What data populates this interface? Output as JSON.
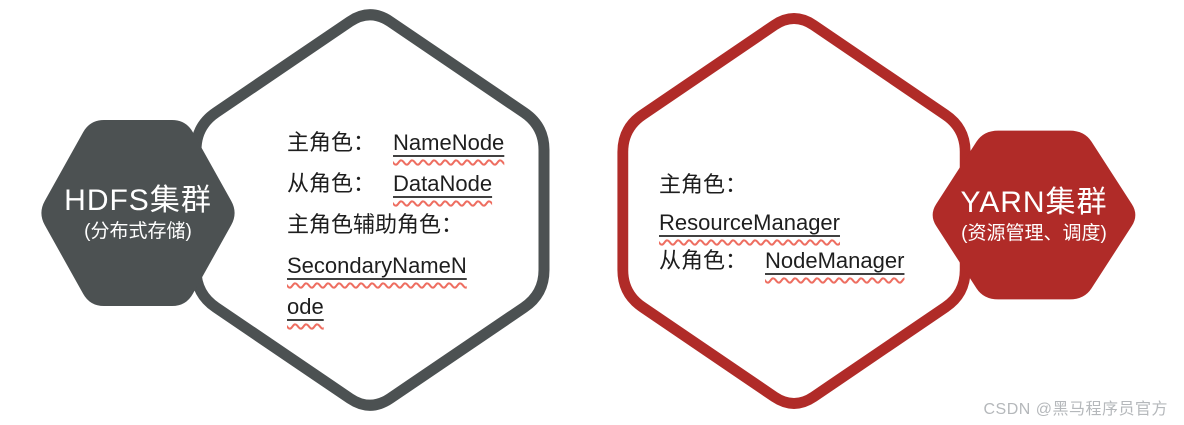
{
  "colors": {
    "gray": "#4c5152",
    "red": "#b02b28",
    "text": "#1e1e1e",
    "underline": "#414141",
    "squiggle": "#ee6e61",
    "watermark": "#b5b8bb",
    "badge_text": "#ffffff"
  },
  "left_cluster": {
    "badge": {
      "title": "HDFS集群",
      "subtitle": "(分布式存储)"
    },
    "lines": [
      {
        "label": "主角色：",
        "term": "NameNode"
      },
      {
        "label": "从角色：",
        "term": "DataNode"
      },
      {
        "label": "主角色辅助角色：",
        "term": "SecondaryNameNode"
      }
    ]
  },
  "right_cluster": {
    "badge": {
      "title": "YARN集群",
      "subtitle": "(资源管理、调度)"
    },
    "lines": [
      {
        "label": "主角色：",
        "term": "ResourceManager"
      },
      {
        "label": "从角色：",
        "term": "NodeManager"
      }
    ]
  },
  "watermark": "CSDN @黑马程序员官方"
}
